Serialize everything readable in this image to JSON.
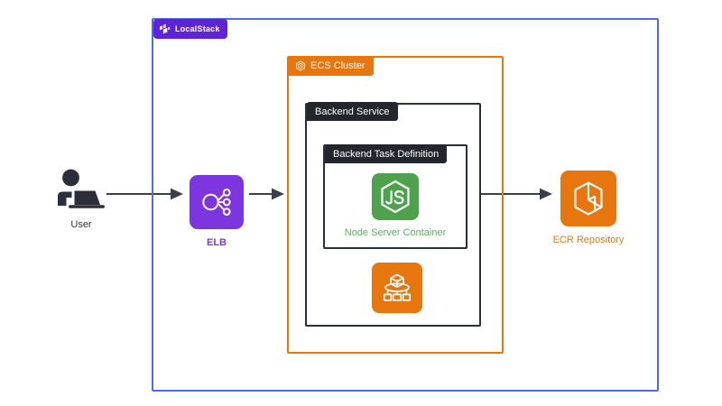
{
  "diagram": {
    "title": "LocalStack ECS architecture diagram",
    "background": "#ffffff",
    "colors": {
      "localstack_border": "#4b6be8",
      "localstack_badge": "#5f22d9",
      "ecs_orange": "#e8760e",
      "service_dark": "#24262e",
      "node_green": "#4ea24e",
      "node_green_text": "#5bad61",
      "elb_purple": "#7d35e0",
      "user_dark": "#2b2f3a",
      "arrow": "#3b3f4a"
    }
  },
  "boundaries": {
    "localstack": {
      "label": "LocalStack",
      "icon": "localstack-logo-icon"
    },
    "ecs_cluster": {
      "label": "ECS Cluster",
      "icon": "ecs-cluster-icon"
    },
    "backend_service": {
      "label": "Backend Service"
    },
    "backend_task_definition": {
      "label": "Backend Task Definition"
    }
  },
  "nodes": {
    "user": {
      "label": "User",
      "icon": "user-at-laptop-icon"
    },
    "elb": {
      "label": "ELB",
      "icon": "load-balancer-icon"
    },
    "node_server_container": {
      "label": "Node Server Container",
      "icon": "nodejs-icon"
    },
    "ecs_service_icon": {
      "label": "",
      "icon": "ecs-container-service-icon"
    },
    "ecr_repository": {
      "label": "ECR Repository",
      "icon": "ecr-repository-icon"
    }
  },
  "connections": [
    {
      "from": "user",
      "to": "elb",
      "style": "arrow"
    },
    {
      "from": "elb",
      "to": "ecs_cluster",
      "style": "arrow"
    },
    {
      "from": "backend_service",
      "to": "ecr_repository",
      "style": "arrow"
    }
  ]
}
